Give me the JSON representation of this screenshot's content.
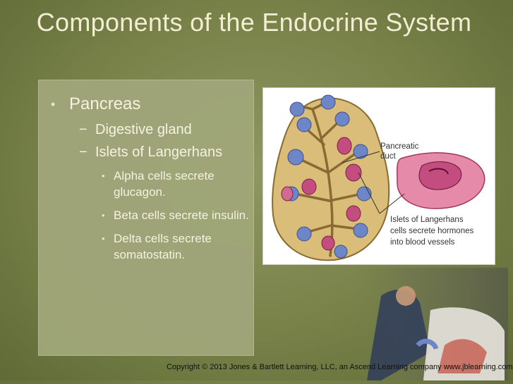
{
  "slide": {
    "title": "Components of the Endocrine System",
    "bullets": {
      "level1": "Pancreas",
      "level2": [
        "Digestive gland",
        "Islets of Langerhans"
      ],
      "level3": [
        "Alpha cells secrete glucagon.",
        "Beta cells secrete insulin.",
        "Delta cells secrete somatostatin."
      ]
    },
    "bullet_glyph": "•",
    "dash_glyph": "−"
  },
  "figure": {
    "label_duct_line1": "Pancreatic",
    "label_duct_line2": "duct",
    "label_islets_line1": "Islets of Langerhans",
    "label_islets_line2": "cells secrete hormones",
    "label_islets_line3": "into blood vessels"
  },
  "footer": {
    "copyright": "Copyright © 2013 Jones & Bartlett Learning, LLC, an Ascend Learning company www.jblearning.com"
  },
  "colors": {
    "background": "#778148",
    "title": "#f3edd3",
    "pancreas_tissue": "#d9bd78",
    "islet": "#c24d7e",
    "acini": "#6d86c7"
  }
}
